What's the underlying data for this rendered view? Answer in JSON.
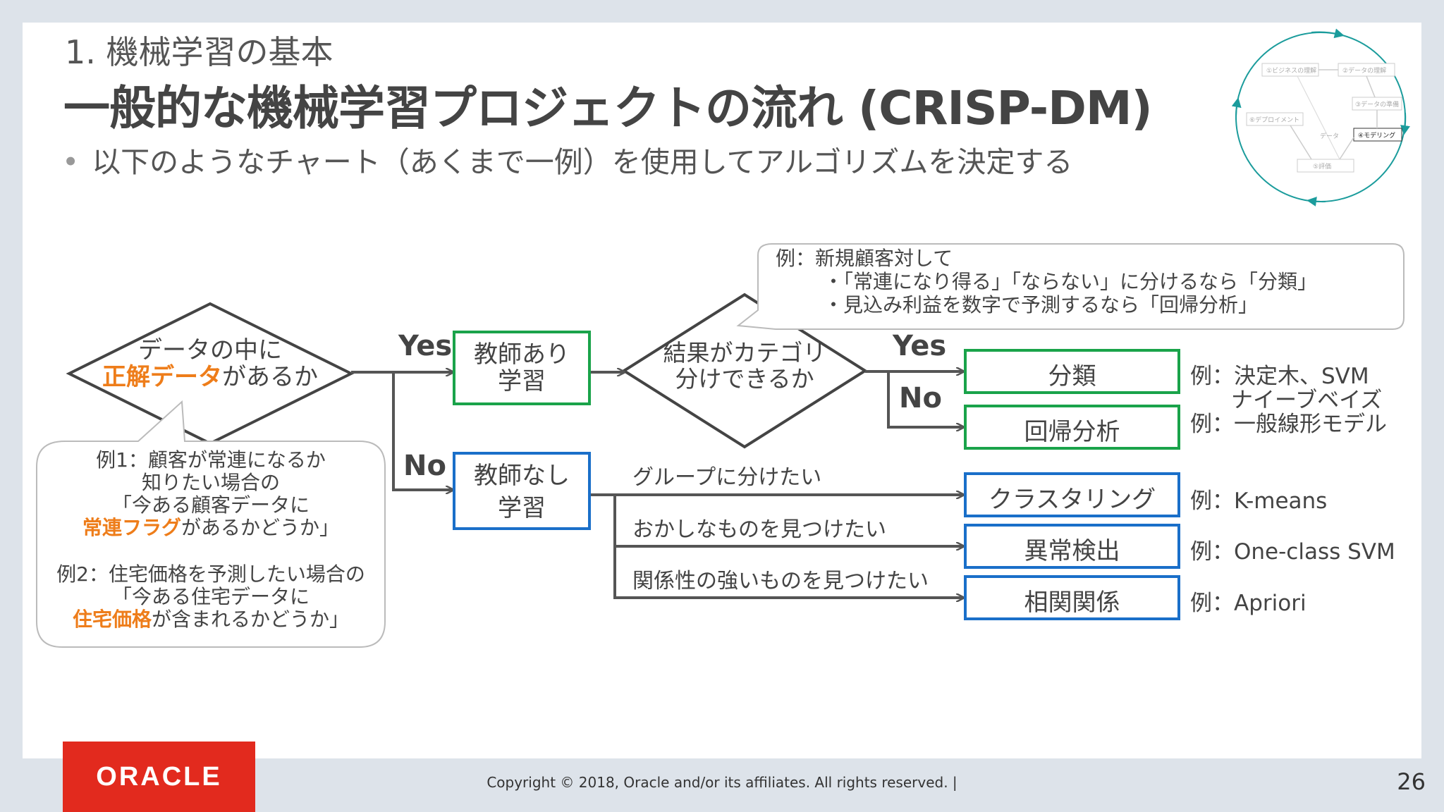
{
  "header": {
    "section_title": "1. 機械学習の基本",
    "main_title": "一般的な機械学習プロジェクトの流れ (CRISP-DM)",
    "bullet": "以下のようなチャート（あくまで一例）を使用してアルゴリズムを決定する"
  },
  "crisp_dm_thumbnail": {
    "steps": [
      "①ビジネスの理解",
      "②データの理解",
      "③データの準備",
      "④モデリング",
      "⑤評価",
      "⑥デプロイメント",
      "データ"
    ]
  },
  "diagram": {
    "decision1": {
      "line1": "データの中に",
      "highlight": "正解データ",
      "line2_rest": "があるか"
    },
    "decision2": {
      "line1": "結果がカテゴリ",
      "line2": "分けできるか"
    },
    "yes_label_1": "Yes",
    "no_label_1": "No",
    "yes_label_2": "Yes",
    "no_label_2": "No",
    "supervised": {
      "line1": "教師あり",
      "line2": "学習"
    },
    "unsupervised": {
      "line1": "教師なし",
      "line2": "学習"
    },
    "classification": "分類",
    "regression": "回帰分析",
    "clustering": "クラスタリング",
    "anomaly": "異常検出",
    "correlation": "相関関係",
    "path_group": "グループに分けたい",
    "path_strange": "おかしなものを見つけたい",
    "path_related": "関係性の強いものを見つけたい",
    "ex_classification_1": "例：決定木、SVM",
    "ex_classification_2": "ナイーブベイズ",
    "ex_regression": "例：一般線形モデル",
    "ex_clustering": "例：K-means",
    "ex_anomaly": "例：One-class SVM",
    "ex_correlation": "例：Apriori",
    "callout_top": {
      "line1": "例：新規顧客対して",
      "line2": "・「常連になり得る」「ならない」に分けるなら「分類」",
      "line3": "・見込み利益を数字で予測するなら「回帰分析」"
    },
    "callout_left": {
      "ex1_line1": "例1：顧客が常連になるか",
      "ex1_line2": "知りたい場合の",
      "ex1_line3": "「今ある顧客データに",
      "ex1_highlight": "常連フラグ",
      "ex1_line4_rest": "があるかどうか」",
      "ex2_line1": "例2：住宅価格を予測したい場合の",
      "ex2_line2": "「今ある住宅データに",
      "ex2_highlight": "住宅価格",
      "ex2_line3_rest": "が含まれるかどうか」"
    }
  },
  "footer": {
    "logo": "ORACLE",
    "copyright": "Copyright © 2018, Oracle and/or its affiliates. All rights reserved.  |",
    "page_number": "26"
  },
  "colors": {
    "green": "#1aa34a",
    "blue": "#1a6fc9",
    "orange": "#ee7d1a",
    "oracle_red": "#e22a1e",
    "teal": "#1b9c9c"
  }
}
